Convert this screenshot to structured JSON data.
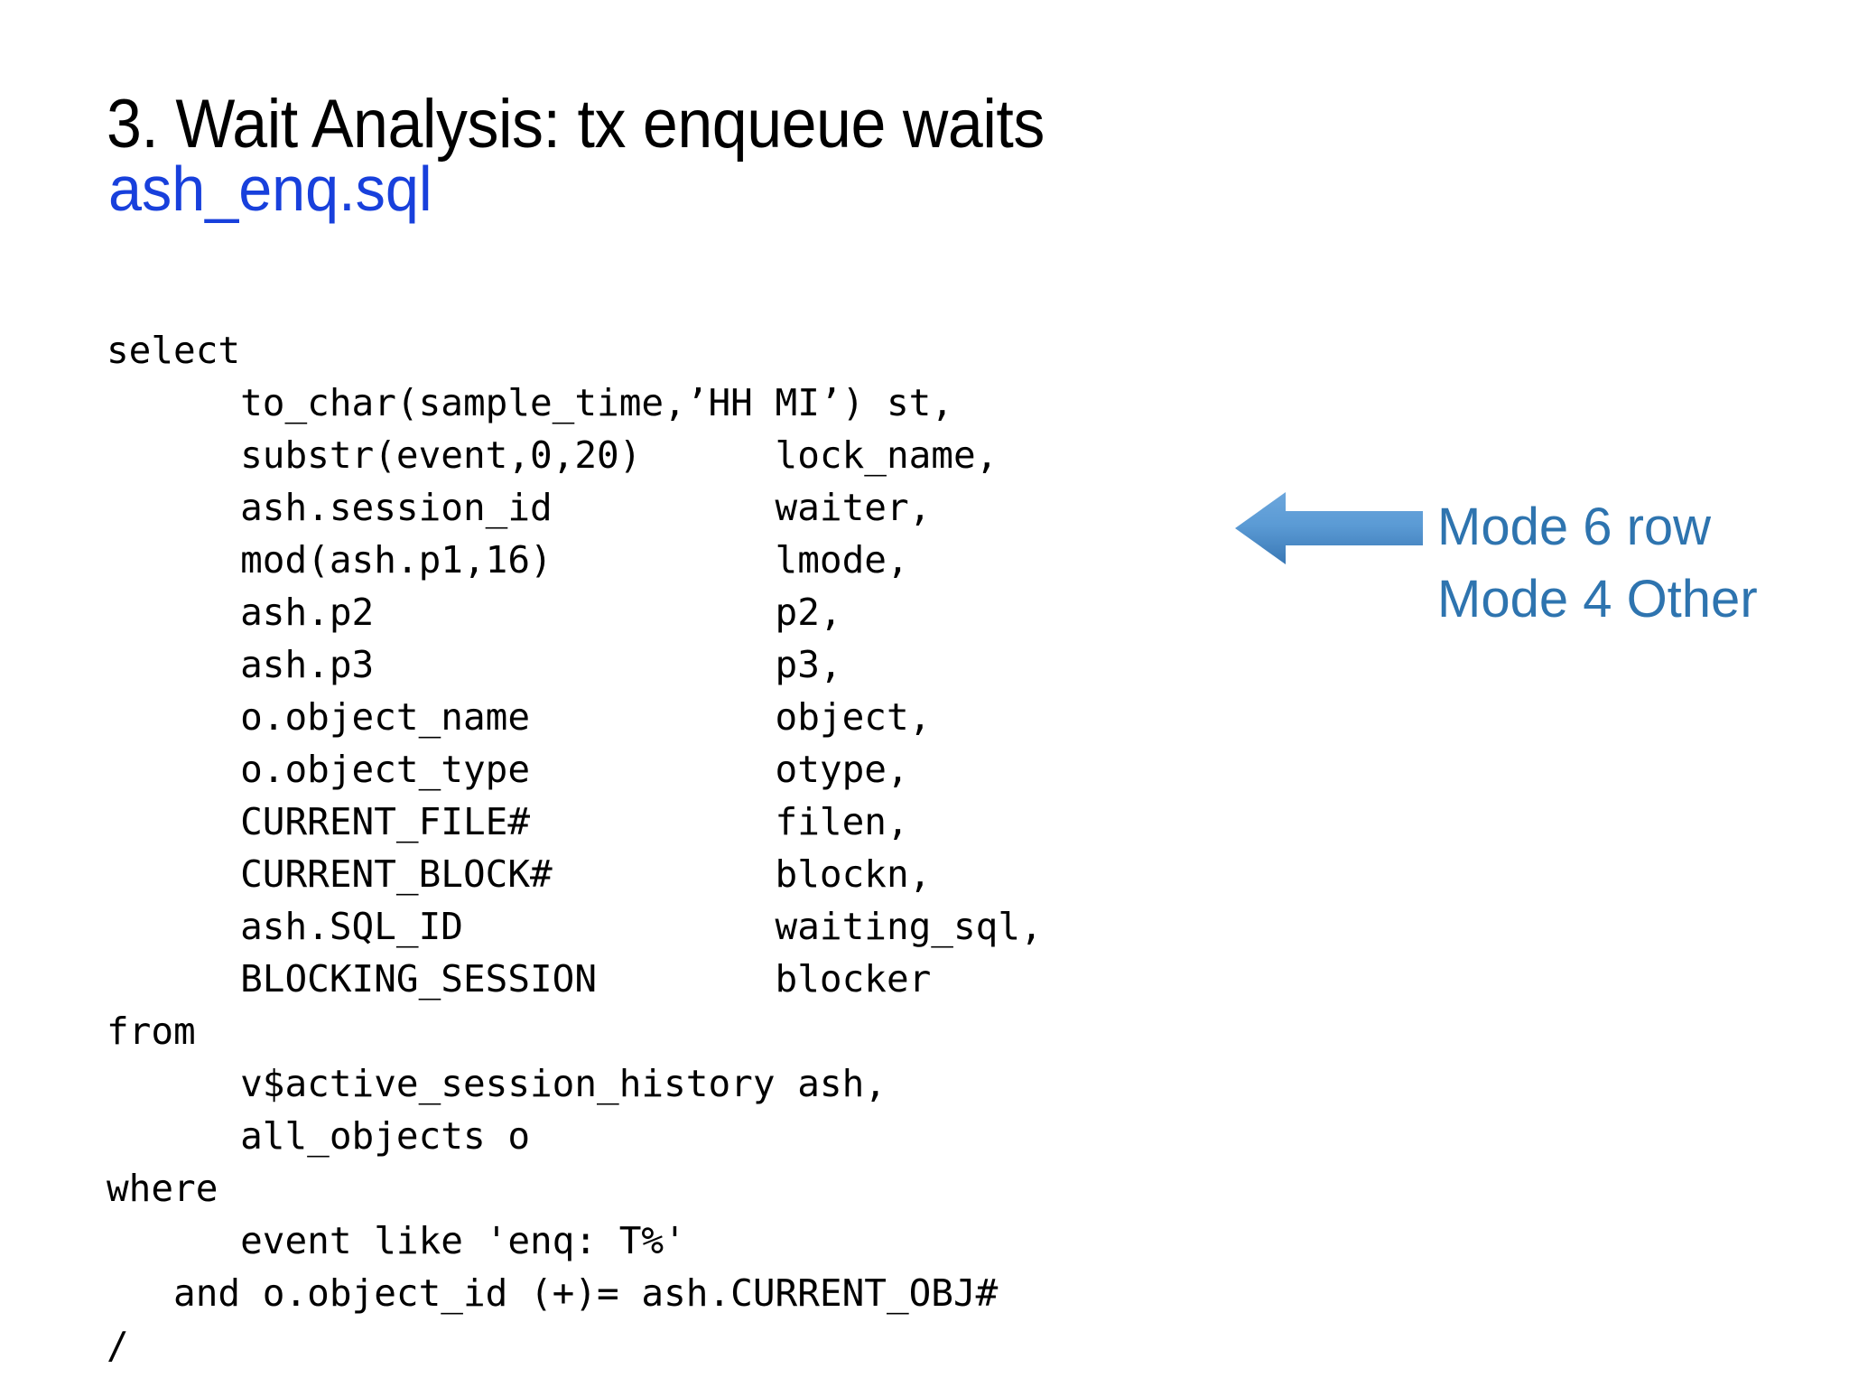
{
  "slide": {
    "title": "3. Wait Analysis: tx enqueue waits",
    "sql_file_name": "ash_enq.sql",
    "background_color": "#FFFFFF",
    "title_color": "#000000",
    "file_name_color": "#1840DC",
    "annotation_color": "#2E74AF",
    "arrow_color_light": "#5B9BD5",
    "arrow_color_dark": "#3A78B5"
  },
  "code": {
    "language": "sql",
    "lines": [
      "select",
      "      to_char(sample_time,’HH MI’) st,",
      "      substr(event,0,20)      lock_name,",
      "      ash.session_id          waiter,",
      "      mod(ash.p1,16)          lmode,",
      "      ash.p2                  p2,",
      "      ash.p3                  p3,",
      "      o.object_name           object,",
      "      o.object_type           otype,",
      "      CURRENT_FILE#           filen,",
      "      CURRENT_BLOCK#          blockn,",
      "      ash.SQL_ID              waiting_sql,",
      "      BLOCKING_SESSION        blocker",
      "from",
      "      v$active_session_history ash,",
      "      all_objects o",
      "where",
      "      event like 'enq: T%'",
      "   and o.object_id (+)= ash.CURRENT_OBJ#",
      "/"
    ]
  },
  "annotation": {
    "arrow_icon": "arrow-left-icon",
    "arrow_direction": "left",
    "points_at": "lmode,",
    "lines": [
      "Mode 6 row",
      "Mode 4 Other"
    ]
  }
}
